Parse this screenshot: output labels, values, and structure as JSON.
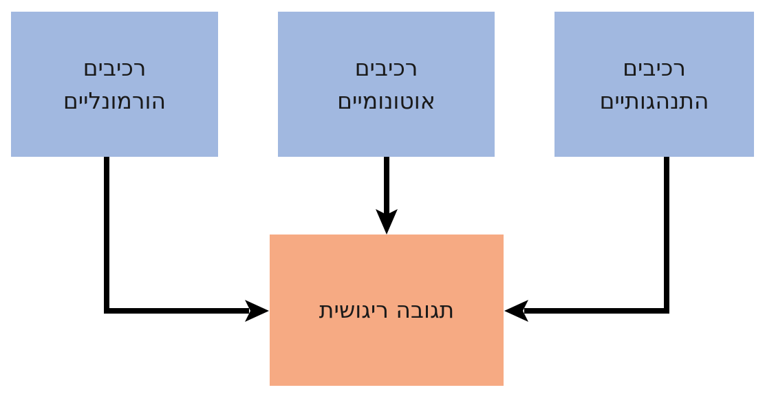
{
  "nodes": {
    "hormonal": {
      "line1": "רכיבים",
      "line2": "הורמונליים"
    },
    "autonomic": {
      "line1": "רכיבים",
      "line2": "אוטונומיים"
    },
    "behavioral": {
      "line1": "רכיבים",
      "line2": "התנהגותיים"
    },
    "emotional": {
      "label": "תגובה ריגושית"
    }
  },
  "colors": {
    "component_fill": "#a1b8e0",
    "response_fill": "#f6aa83",
    "arrow": "#000000"
  },
  "edges": [
    {
      "from": "hormonal",
      "to": "emotional"
    },
    {
      "from": "autonomic",
      "to": "emotional"
    },
    {
      "from": "behavioral",
      "to": "emotional"
    }
  ]
}
